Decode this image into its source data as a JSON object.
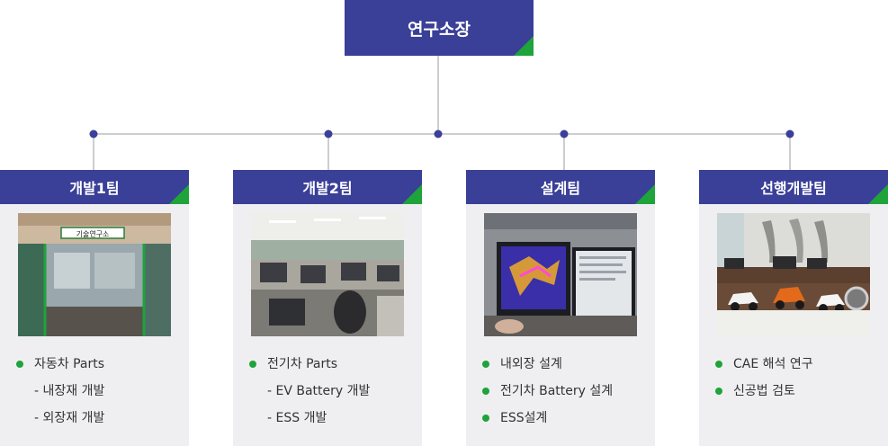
{
  "director": {
    "title": "연구소장"
  },
  "teams": [
    {
      "title": "개발1팀",
      "photo_icon": "research-lab-entrance-photo",
      "photo_sign": "기술연구소",
      "items": [
        {
          "type": "bullet",
          "text": "자동차 Parts"
        },
        {
          "type": "sub",
          "text": "- 내장재 개발"
        },
        {
          "type": "sub",
          "text": "- 외장재 개발"
        }
      ]
    },
    {
      "title": "개발2팀",
      "photo_icon": "office-workstations-photo",
      "items": [
        {
          "type": "bullet",
          "text": "전기차 Parts"
        },
        {
          "type": "sub",
          "text": "- EV Battery  개발"
        },
        {
          "type": "sub",
          "text": "- ESS 개발"
        }
      ]
    },
    {
      "title": "설계팀",
      "photo_icon": "cad-monitor-photo",
      "items": [
        {
          "type": "bullet",
          "text": "내외장 설계"
        },
        {
          "type": "bullet",
          "text": "전기차 Battery 설계"
        },
        {
          "type": "bullet",
          "text": "ESS설계"
        }
      ]
    },
    {
      "title": "선행개발팀",
      "photo_icon": "toy-car-showroom-photo",
      "items": [
        {
          "type": "bullet",
          "text": "CAE 해석 연구"
        },
        {
          "type": "bullet",
          "text": "신공법 검토"
        }
      ]
    }
  ],
  "colors": {
    "navy": "#3a3f98",
    "green": "#1fa33b",
    "line": "#9a9ca3",
    "card": "#efeff1"
  }
}
